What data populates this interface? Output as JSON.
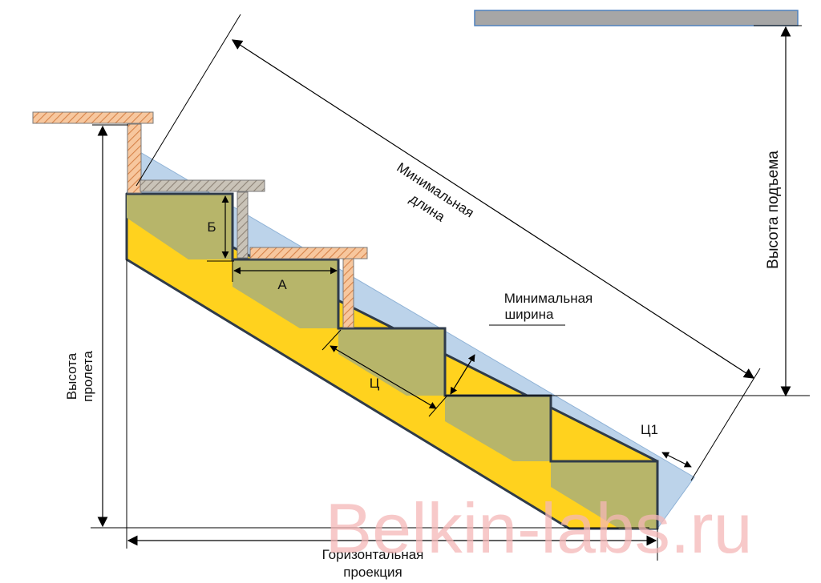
{
  "labels": {
    "min_length_1": "Минимальная",
    "min_length_2": "длина",
    "rise_height": "Высота подъема",
    "flight_height_1": "Высота",
    "flight_height_2": "пролета",
    "min_width_1": "Минимальная",
    "min_width_2": "ширина",
    "b": "Б",
    "a": "А",
    "ts": "Ц",
    "ts1": "Ц1",
    "horiz_1": "Горизонтальная",
    "horiz_2": "проекция"
  },
  "watermark": "Belkin-labs.ru",
  "colors": {
    "stringer_fill": "#FFD21E",
    "step_fill": "#B7B56A",
    "clearance_fill": "#BCD3EA",
    "ceiling_hatch": "#E8A46E",
    "ceiling_gray": "#A6A6A6",
    "outline": "#2F3B4A",
    "watermark": "#F4B7B7"
  }
}
